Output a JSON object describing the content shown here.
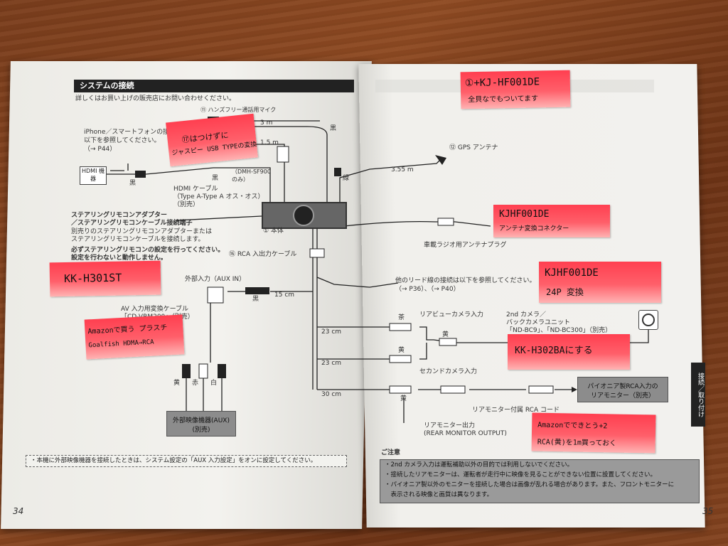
{
  "header": {
    "title": "システムの接続"
  },
  "intro": "詳しくはお買い上げの販売店にお問い合わせください。",
  "left": {
    "mic_label": "⑪ ハンズフリー通話用マイク",
    "len_3m": "3 m",
    "len_1_5m": "1.5 m",
    "iphone_note_1": "iPhone／スマートフォンの接続は",
    "iphone_note_2": "以下を参照してください。",
    "iphone_note_3": "（→ P44）",
    "hdmi_device": "HDMI 機器",
    "black_1": "黒",
    "black_2": "黒",
    "black_3": "黒",
    "dmh_label": "（DMH-SF900 のみ）",
    "hdmi_cable_1": "HDMI ケーブル",
    "hdmi_cable_2": "（Type A-Type A オス・オス）",
    "hdmi_cable_3": "（別売）",
    "steer_1": "ステアリングリモコンアダプター",
    "steer_2": "／ステアリングリモコンケーブル接続端子",
    "steer_3": "別売りのステアリングリモコンアダプターまたは",
    "steer_4": "ステアリングリモコンケーブルを接続します。",
    "steer_5": "必ずステアリングリモコンの設定を行ってください。",
    "steer_6": "設定を行わないと動作しません。",
    "main_unit": "① 本体",
    "rca_cable": "⑯ RCA 入出力ケーブル",
    "aux_in": "外部入力（AUX IN）",
    "len_15cm": "15 cm",
    "av_cable_1": "AV 入力用変換ケーブル",
    "av_cable_2": "「CD-VRM200」（別売）",
    "yellow": "黄",
    "red": "赤",
    "white": "白",
    "aux_device_1": "外部映像機器(AUX)",
    "aux_device_2": "(別売)",
    "note": "・本機に外部映像機器を接続したときは、システム設定の「AUX 入力設定」をオンに設定してください。",
    "page_number": "34"
  },
  "right": {
    "gps": "⑫ GPS アンテナ",
    "green": "緑",
    "len_3_55m": "3.55 m",
    "radio_plug": "車載ラジオ用アンテナプラグ",
    "other_leads_1": "他のリード線の接続は以下を参照してください。",
    "other_leads_2": "（→ P36）、（→ P40）",
    "brown": "茶",
    "rear_view_in": "リアビューカメラ入力",
    "second_cam_1": "2nd カメラ／",
    "second_cam_2": "バックカメラユニット",
    "second_cam_3": "「ND-BC9」、「ND-BC300」（別売）",
    "yellow_1": "黄",
    "yellow_2": "黄",
    "yellow_3": "黄",
    "len_23cm_1": "23 cm",
    "len_23cm_2": "23 cm",
    "len_30cm": "30 cm",
    "second_cam_in": "セカンドカメラ入力",
    "rear_mon_rca": "リアモニター付属 RCA コード",
    "pioneer_mon_1": "パイオニア製RCA入力の",
    "pioneer_mon_2": "リアモニター（別売）",
    "rear_mon_out_1": "リアモニター出力",
    "rear_mon_out_2": "(REAR MONITOR OUTPUT)",
    "caution_title": "ご注意",
    "caution_1": "・2nd カメラ入力は運転補助以外の目的では利用しないでください。",
    "caution_2": "・接続したリアモニターは、運転者が走行中に映像を見ることができない位置に設置してください。",
    "caution_3": "・パイオニア製以外のモニターを接続した場合は画像が乱れる場合があります。また、フロントモニターに",
    "caution_4": "　表示される映像と画質は異なります。",
    "side_tab": "接続／取り付け",
    "page_number": "35"
  },
  "stickies": {
    "s1_line1": "⑰はつけずに",
    "s1_line2": "ジャスピー USB TYPEの変換",
    "s2": "KK-H301ST",
    "s3_line1": "Amazonで買う プラスチ",
    "s3_line2": "Goalfish HDMA→RCA",
    "s4_line1": "①+KJ-HF001DE",
    "s4_line2": "全貝なでもついてます",
    "s5_line1": "KJHF001DE",
    "s5_line2": "アンテナ変換コネクター",
    "s6_line1": "KJHF001DE",
    "s6_line2": "24P 変換",
    "s7": "KK-H302BAにする",
    "s8_line1": "Amazonでできとう+2",
    "s8_line2": "RCA(黄)を1m買っておく"
  }
}
